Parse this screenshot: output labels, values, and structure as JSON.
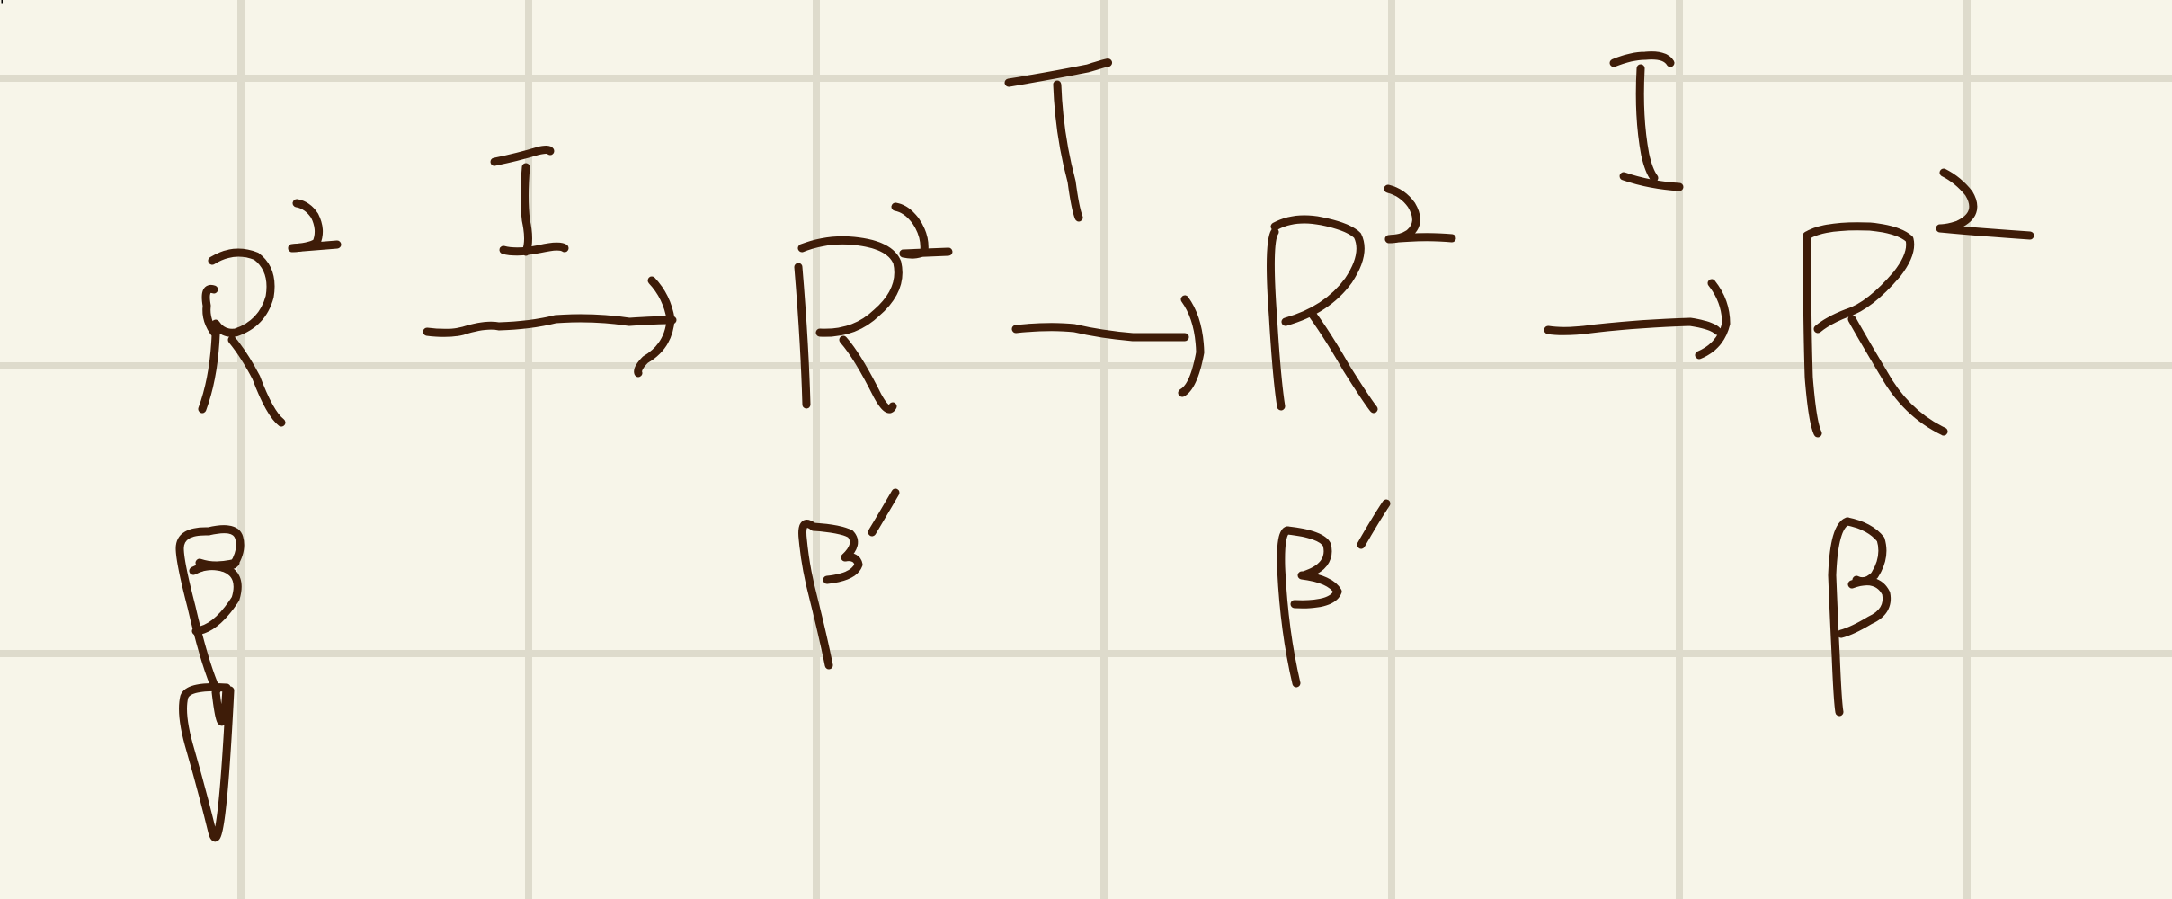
{
  "colors": {
    "background": "#f7f5e9",
    "grid": "#dedbcc",
    "ink": "#3e1c08"
  },
  "diagram": {
    "spaces": [
      {
        "label": "R²",
        "basis": "β"
      },
      {
        "label": "R²",
        "basis": "β′"
      },
      {
        "label": "R²",
        "basis": "β′"
      },
      {
        "label": "R²",
        "basis": "β"
      }
    ],
    "maps": [
      {
        "label": "I"
      },
      {
        "label": "T"
      },
      {
        "label": "I"
      }
    ]
  }
}
